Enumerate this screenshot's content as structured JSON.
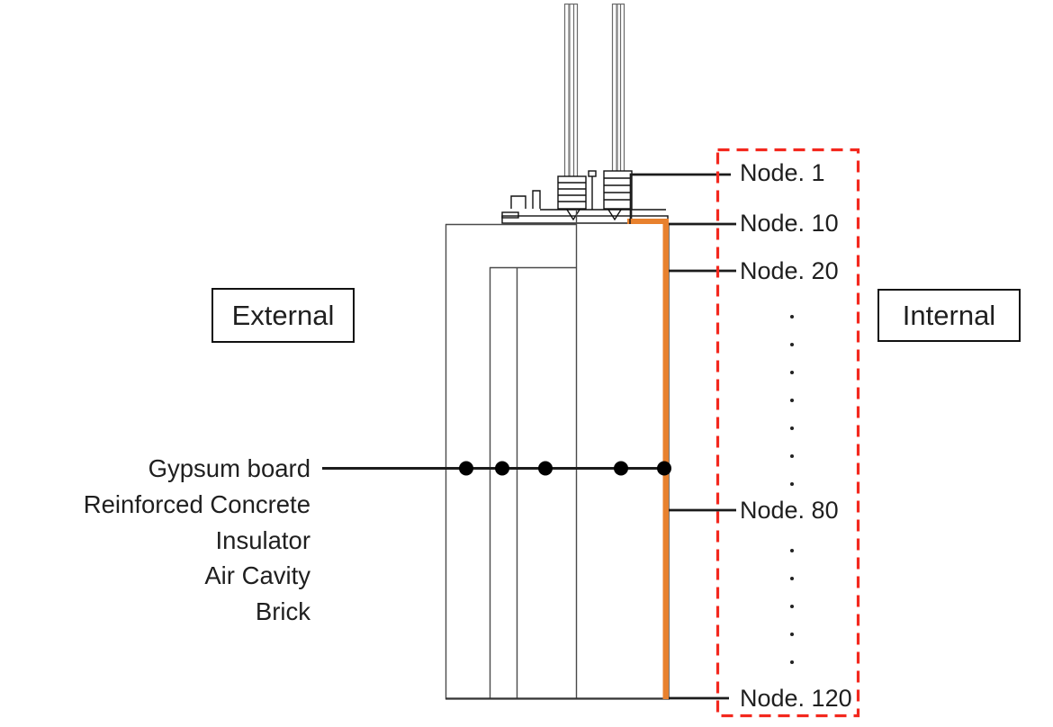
{
  "diagram": {
    "external_label": "External",
    "internal_label": "Internal",
    "materials": [
      "Gypsum board",
      "Reinforced Concrete",
      "Insulator",
      "Air Cavity",
      "Brick"
    ],
    "nodes": [
      {
        "label": "Node. 1"
      },
      {
        "label": "Node. 10"
      },
      {
        "label": "Node. 20"
      },
      {
        "label": "Node. 80"
      },
      {
        "label": "Node. 120"
      }
    ],
    "ellipsis_upper_count": 7,
    "ellipsis_lower_count": 5,
    "colors": {
      "highlight_orange": "#E8812E",
      "node_region_red": "#F3281E",
      "line_black": "#1C1C1C",
      "wall_gray": "#4A4A4A"
    }
  }
}
